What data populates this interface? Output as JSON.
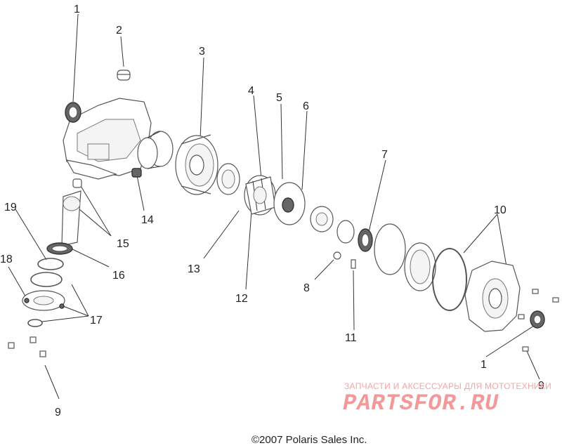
{
  "diagram": {
    "callouts": [
      "1",
      "2",
      "3",
      "4",
      "5",
      "6",
      "7",
      "8",
      "9",
      "10",
      "11",
      "12",
      "13",
      "14",
      "15",
      "16",
      "17",
      "18",
      "19",
      "1",
      "9"
    ]
  },
  "footer": {
    "copyright": "©2007  Polaris Sales Inc."
  },
  "watermark": {
    "tagline": "ЗАПЧАСТИ И АКСЕССУАРЫ ДЛЯ МОТОТЕХНИКИ",
    "logo": "PARTSFOR.RU"
  }
}
